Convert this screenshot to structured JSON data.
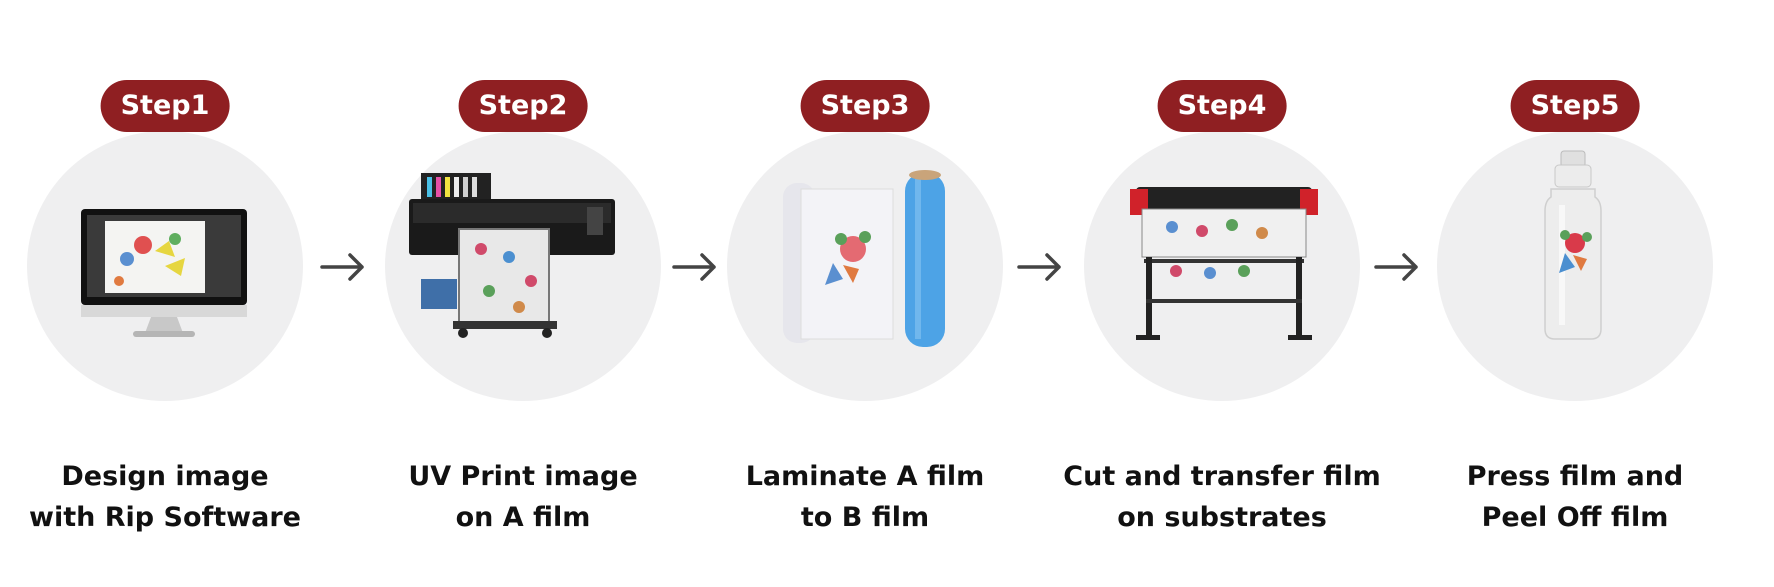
{
  "steps": [
    {
      "badge": "Step1",
      "line1": "Design image",
      "line2": "with Rip Software",
      "art": "monitor-icon"
    },
    {
      "badge": "Step2",
      "line1": "UV Print image",
      "line2": "on A film",
      "art": "uv-printer-icon"
    },
    {
      "badge": "Step3",
      "line1": "Laminate A film",
      "line2": "to B film",
      "art": "film-rolls-icon"
    },
    {
      "badge": "Step4",
      "line1": "Cut and transfer film",
      "line2": "on substrates",
      "art": "cutting-plotter-icon"
    },
    {
      "badge": "Step5",
      "line1": "Press film and",
      "line2": "Peel Off film",
      "art": "bottle-icon"
    }
  ],
  "colors": {
    "badge": "#8f1f22",
    "circle": "#efeff0",
    "arrow": "#444444",
    "text": "#111111"
  }
}
